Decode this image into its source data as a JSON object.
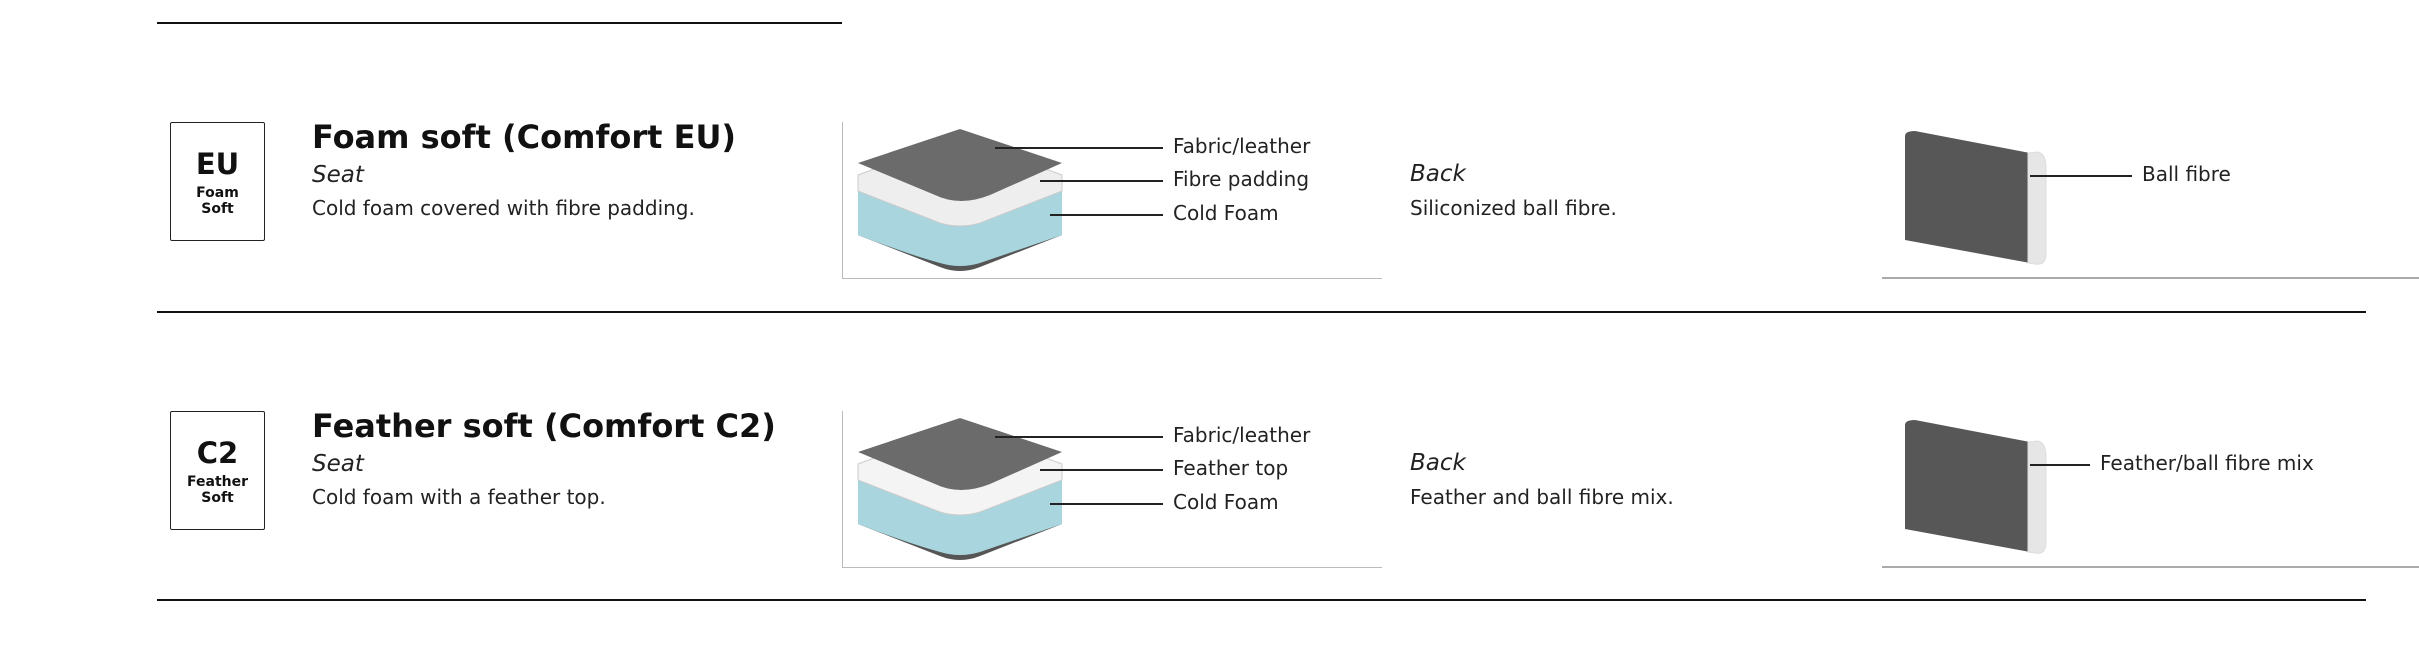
{
  "rows": [
    {
      "badge_code": "EU",
      "badge_sub1": "Foam",
      "badge_sub2": "Soft",
      "title": "Foam soft (Comfort EU)",
      "seat_heading": "Seat",
      "seat_desc": "Cold foam covered with fibre padding.",
      "seat_layers": [
        "Fabric/leather",
        "Fibre padding",
        "Cold Foam"
      ],
      "back_heading": "Back",
      "back_desc": "Siliconized ball fibre.",
      "back_layer": "Ball fibre"
    },
    {
      "badge_code": "C2",
      "badge_sub1": "Feather",
      "badge_sub2": "Soft",
      "title": "Feather soft (Comfort C2)",
      "seat_heading": "Seat",
      "seat_desc": "Cold foam with a feather top.",
      "seat_layers": [
        "Fabric/leather",
        "Feather top",
        "Cold Foam"
      ],
      "back_heading": "Back",
      "back_desc": "Feather and ball fibre mix.",
      "back_layer": "Feather/ball fibre mix"
    }
  ],
  "colors": {
    "fabric": "#6b6b6b",
    "foam": "#a8d5de",
    "padding": "#eeeeee"
  }
}
